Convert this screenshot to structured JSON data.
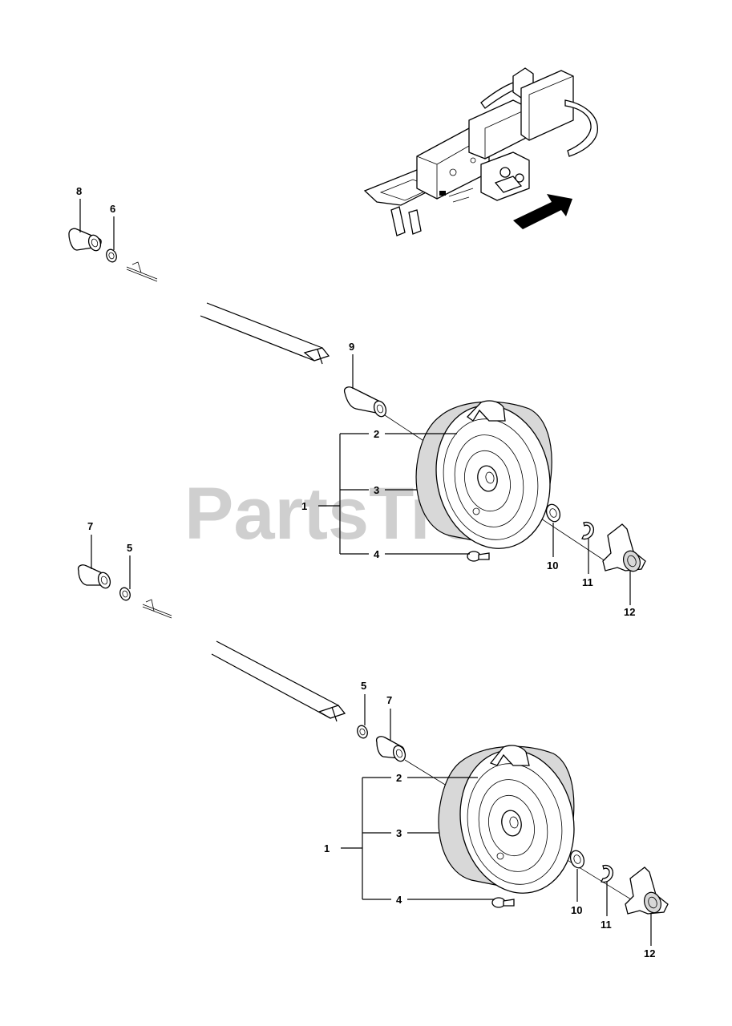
{
  "watermark": "PartsTree",
  "callouts": {
    "upper": {
      "n8": "8",
      "n6": "6",
      "n9": "9",
      "n1": "1",
      "n2": "2",
      "n3": "3",
      "n4": "4",
      "n10": "10",
      "n11": "11",
      "n12": "12"
    },
    "lower": {
      "n7a": "7",
      "n5a": "5",
      "n5b": "5",
      "n7b": "7",
      "n1": "1",
      "n2": "2",
      "n3": "3",
      "n4": "4",
      "n10": "10",
      "n11": "11",
      "n12": "12"
    }
  },
  "icons": {
    "frame": "tractor-frame-illustration",
    "arrow": "direction-arrow-icon"
  }
}
